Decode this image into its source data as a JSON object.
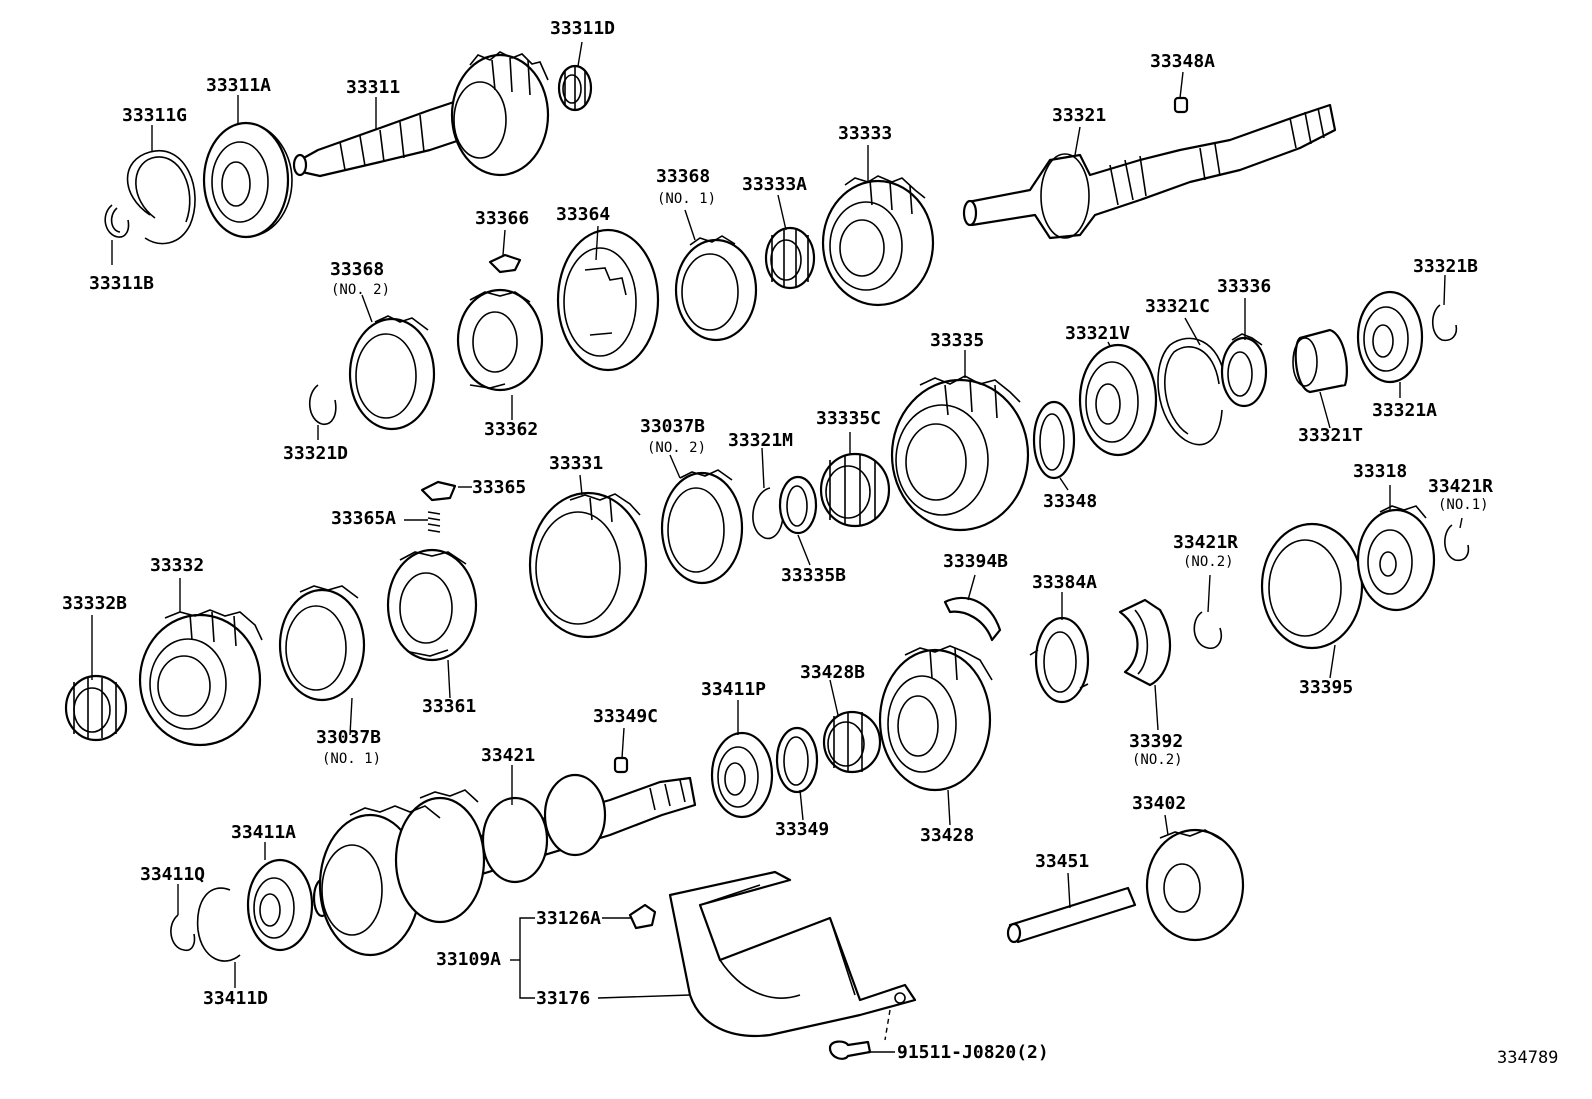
{
  "diagram_id": "334789",
  "labels": {
    "p33311D": "33311D",
    "p33311A": "33311A",
    "p33311": "33311",
    "p33311G": "33311G",
    "p33311B": "33311B",
    "p33348A": "33348A",
    "p33321": "33321",
    "p33333": "33333",
    "p33368_1": "33368",
    "p33368_1_sub": "(NO. 1)",
    "p33333A": "33333A",
    "p33366": "33366",
    "p33364": "33364",
    "p33368_2": "33368",
    "p33368_2_sub": "(NO. 2)",
    "p33321D": "33321D",
    "p33362": "33362",
    "p33321B": "33321B",
    "p33336": "33336",
    "p33321C": "33321C",
    "p33321V": "33321V",
    "p33335": "33335",
    "p33321A": "33321A",
    "p33321T": "33321T",
    "p33348": "33348",
    "p33037B_2": "33037B",
    "p33037B_2_sub": "(NO. 2)",
    "p33321M": "33321M",
    "p33335C": "33335C",
    "p33331": "33331",
    "p33365": "33365",
    "p33365A": "33365A",
    "p33335B": "33335B",
    "p33318": "33318",
    "p33421R_1": "33421R",
    "p33421R_1_sub": "(NO.1)",
    "p33421R_2": "33421R",
    "p33421R_2_sub": "(NO.2)",
    "p33394B": "33394B",
    "p33384A": "33384A",
    "p33332": "33332",
    "p33332B": "33332B",
    "p33361": "33361",
    "p33037B_1": "33037B",
    "p33037B_1_sub": "(NO. 1)",
    "p33395": "33395",
    "p33392": "33392",
    "p33392_sub": "(NO.2)",
    "p33411P": "33411P",
    "p33428B": "33428B",
    "p33349C": "33349C",
    "p33421": "33421",
    "p33349": "33349",
    "p33428": "33428",
    "p33402": "33402",
    "p33451": "33451",
    "p33411A": "33411A",
    "p33411Q": "33411Q",
    "p33411D": "33411D",
    "p33126A": "33126A",
    "p33109A": "33109A",
    "p33176": "33176",
    "p91511": "91511-J0820(2)"
  }
}
